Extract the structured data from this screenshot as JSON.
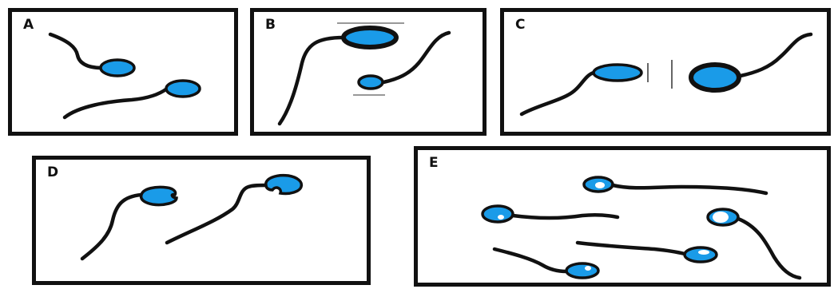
{
  "panels": [
    {
      "id": "A",
      "label": "A"
    },
    {
      "id": "B",
      "label": "B"
    },
    {
      "id": "C",
      "label": "C"
    },
    {
      "id": "D",
      "label": "D"
    },
    {
      "id": "E",
      "label": "E"
    }
  ],
  "colors": {
    "head": "#1a9be8",
    "outline": "#111111",
    "vacuole": "#ffffff"
  }
}
